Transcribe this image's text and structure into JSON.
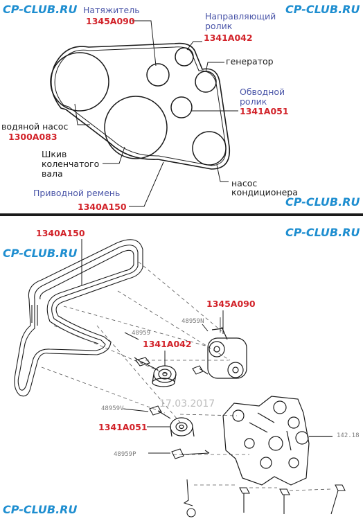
{
  "watermark": "CP-CLUB.RU",
  "colors": {
    "brand": "#1e8ed0",
    "partNumber": "#d2232a",
    "label": "#4a55a8",
    "text": "#1a1a1a"
  },
  "top_diagram": {
    "tensioner": {
      "name": "Натяжитель",
      "part": "1345A090"
    },
    "guide_roller": {
      "name_line1": "Направляющий",
      "name_line2": "ролик",
      "part": "1341A042"
    },
    "alternator": {
      "name": "генератор"
    },
    "idler_roller": {
      "name_line1": "Обводной",
      "name_line2": "ролик",
      "part": "1341A051"
    },
    "water_pump": {
      "name": "водяной насос",
      "part": "1300A083"
    },
    "crankshaft_pulley": {
      "name_line1": "Шкив",
      "name_line2": "коленчатого",
      "name_line3": "вала"
    },
    "drive_belt": {
      "name": "Приводной ремень",
      "part": "1340A150"
    },
    "ac_compressor": {
      "name_line1": "насос",
      "name_line2": "кондиционера"
    }
  },
  "bottom_diagram": {
    "belt_part": "1340A150",
    "tensioner_part": "1345A090",
    "guide_roller_part": "1341A042",
    "idler_roller_part": "1341A051",
    "ref_48959N": "48959N",
    "ref_48959": "48959",
    "ref_48959V": "48959V",
    "ref_48959P": "48959P",
    "ref_14218": "142.18",
    "date_stamp": "17.03.2017"
  }
}
